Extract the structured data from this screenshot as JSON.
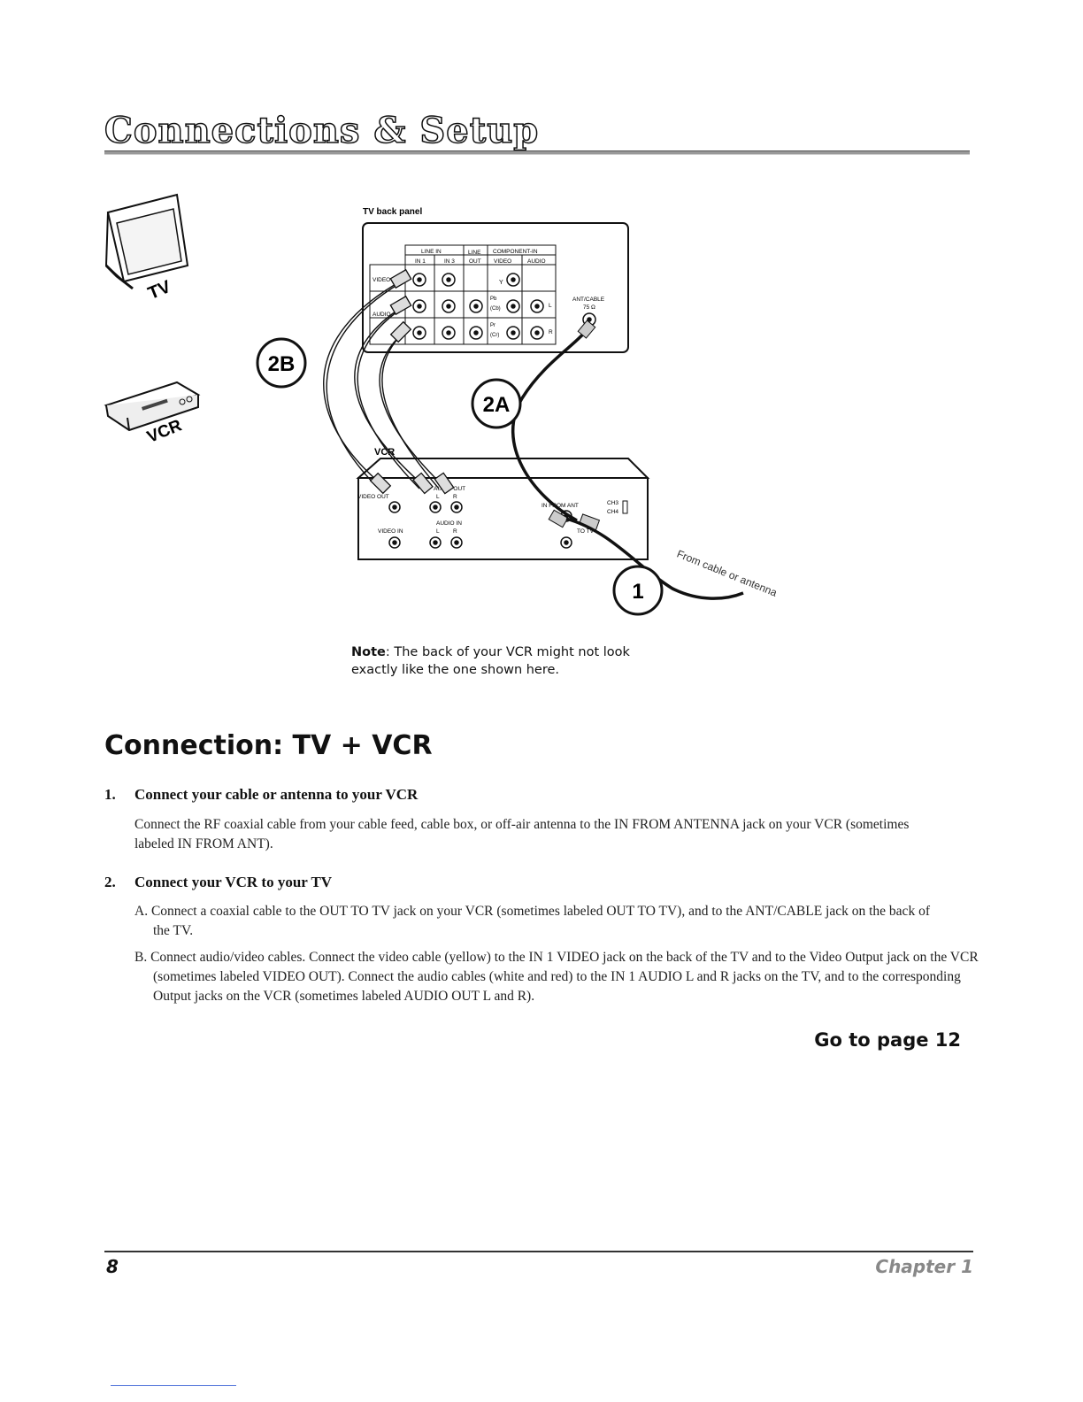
{
  "header": {
    "title": "Connections & Setup"
  },
  "diagram": {
    "tv_icon_label": "TV",
    "vcr_icon_label": "VCR",
    "panel_caption": "TV back panel",
    "panel": {
      "line_in": "LINE IN",
      "in1": "IN 1",
      "in3": "IN 3",
      "line": "LINE",
      "out": "OUT",
      "component_in": "COMPONENT-IN",
      "video": "VIDEO",
      "audio": "AUDIO",
      "row_video": "VIDEO",
      "row_audio": "AUDIO",
      "l": "L",
      "r": "R",
      "y": "Y",
      "pb": "Pb",
      "cb": "(Cb)",
      "pr": "Pr",
      "cr": "(Cr)",
      "ant_cable": "ANT/CABLE",
      "ohms": "75 Ω"
    },
    "vcr": {
      "label": "VCR",
      "video_out": "VIDEO OUT",
      "audio_out": "AUDIO OUT",
      "l": "L",
      "r": "R",
      "audio_in": "AUDIO IN",
      "video_in": "VIDEO IN",
      "in_from_ant": "IN FROM ANT",
      "to_tv": "TO TV",
      "ch3": "CH3",
      "ch4": "CH4"
    },
    "badges": {
      "b2b": "2B",
      "b2a": "2A",
      "b1": "1"
    },
    "from_cable": "From cable or antenna"
  },
  "note": {
    "label": "Note",
    "text": ": The back of your VCR might not look exactly like the one shown here."
  },
  "section_title": "Connection: TV + VCR",
  "steps": [
    {
      "num": "1.",
      "title": "Connect your cable or antenna to your VCR",
      "body": "Connect the RF coaxial cable from your cable feed, cable box, or off-air antenna to the IN FROM ANTENNA jack on your VCR (sometimes labeled IN FROM ANT)."
    },
    {
      "num": "2.",
      "title": "Connect your VCR to your TV",
      "a": "A. Connect a coaxial cable to the OUT TO TV jack on your VCR (sometimes labeled OUT TO TV), and to the ANT/CABLE jack on the back of the TV.",
      "b": "B. Connect audio/video cables. Connect the video cable (yellow) to the IN 1 VIDEO jack on the back of the TV and to the Video Output jack on the VCR (sometimes labeled VIDEO OUT). Connect the audio cables (white and red) to the IN 1 AUDIO L and R jacks on the TV, and to the corresponding Output jacks on the VCR (sometimes labeled AUDIO OUT L and R)."
    }
  ],
  "goto": "Go to page 12",
  "footer": {
    "page": "8",
    "chapter": "Chapter 1"
  }
}
